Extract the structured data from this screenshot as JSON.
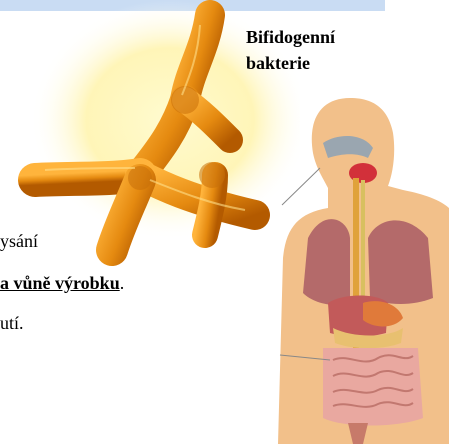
{
  "caption": {
    "line1": "Bifidogenní",
    "line2": "bakterie"
  },
  "text": {
    "line1": "ysání",
    "line2_emph": "a vůně výrobku",
    "line2_tail": ".",
    "line3": "utí."
  },
  "colors": {
    "header_band": "#c9dcf3",
    "bacteria": "#e58a10",
    "glow": "#fff7b0",
    "skin": "#f2c08a",
    "lungs": "#b46a6a",
    "intestine": "#e9a8a0"
  },
  "icons": {
    "bacteria_image": "bifidobacteria-illustration",
    "body_image": "human-digestive-system-illustration"
  }
}
